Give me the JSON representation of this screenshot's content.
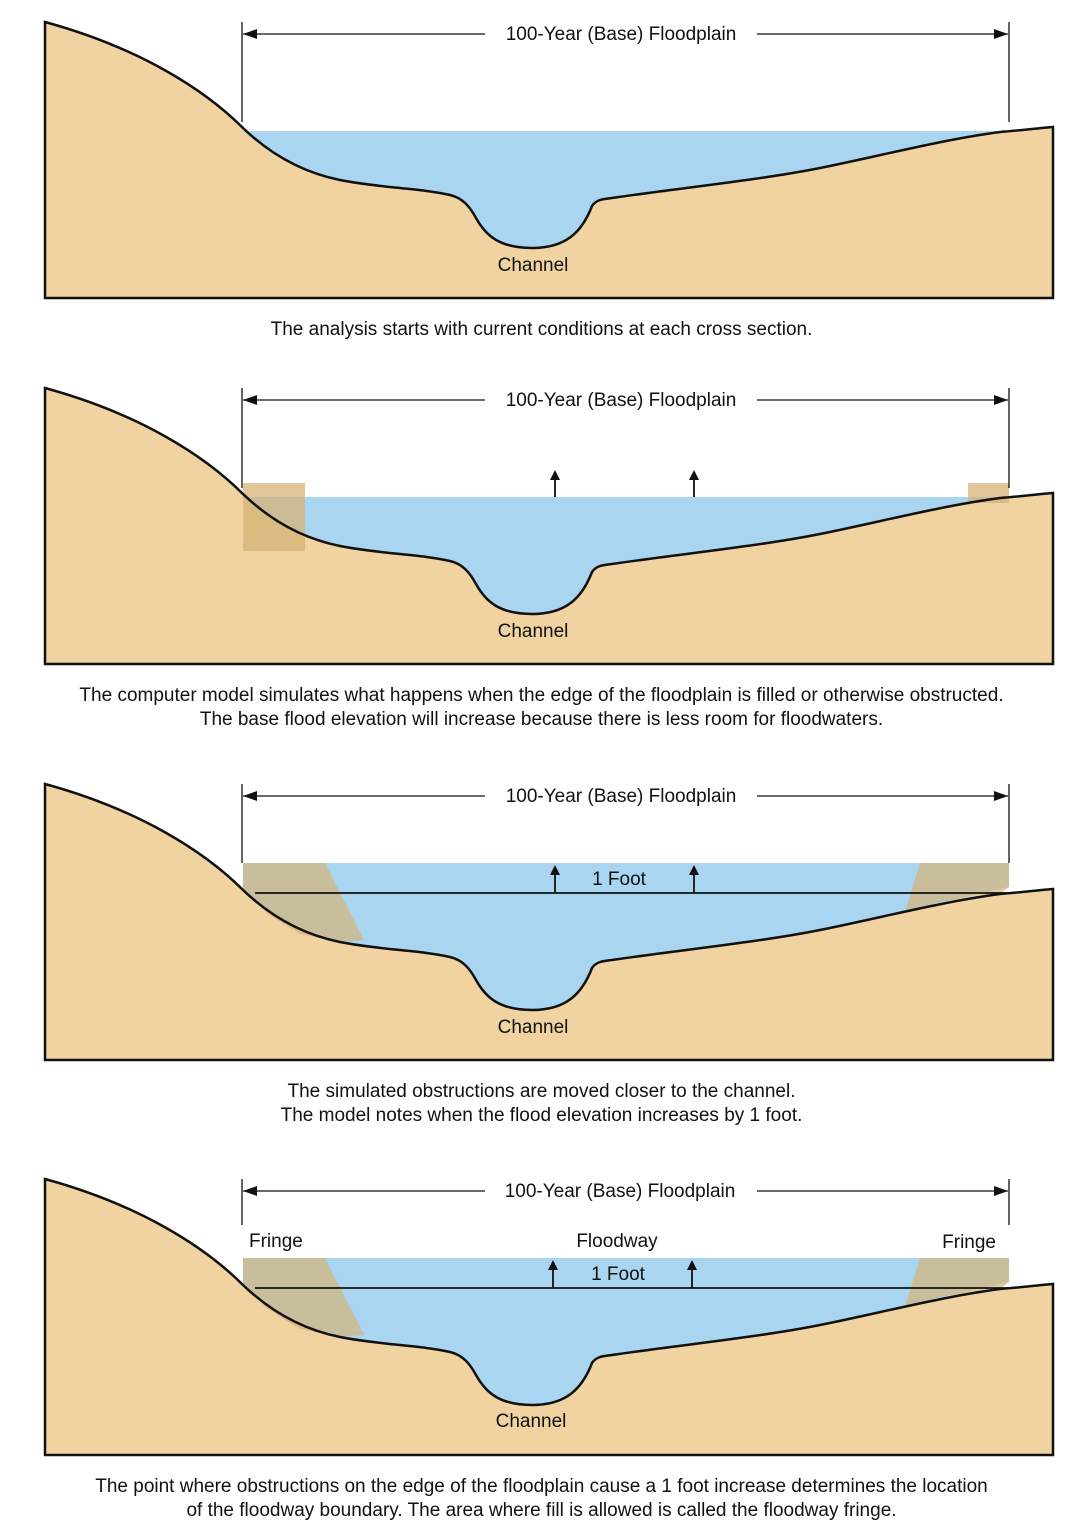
{
  "colors": {
    "ground": "#f0d3a0",
    "water": "#a9d5f0",
    "fill": "#d6b377",
    "outline": "#111111"
  },
  "panels": [
    {
      "floodplain_label": "100-Year (Base) Floodplain",
      "channel_label": "Channel",
      "caption_lines": [
        "The analysis starts with current conditions at each cross section."
      ]
    },
    {
      "floodplain_label": "100-Year (Base) Floodplain",
      "channel_label": "Channel",
      "caption_lines": [
        "The computer model simulates what happens when the edge of the floodplain is filled or otherwise obstructed.",
        "The base flood elevation will increase because there is less room for floodwaters."
      ]
    },
    {
      "floodplain_label": "100-Year (Base) Floodplain",
      "channel_label": "Channel",
      "rise_label": "1 Foot",
      "caption_lines": [
        "The simulated obstructions are moved closer to the channel.",
        "The model notes when the flood elevation increases by 1 foot."
      ]
    },
    {
      "floodplain_label": "100-Year (Base) Floodplain",
      "channel_label": "Channel",
      "rise_label": "1 Foot",
      "fringe_left_label": "Fringe",
      "floodway_label": "Floodway",
      "fringe_right_label": "Fringe",
      "caption_lines": [
        "The point where obstructions on the edge of the floodplain cause a 1 foot increase determines the location",
        "of the floodway boundary. The area where fill is allowed is called the floodway fringe."
      ]
    }
  ]
}
